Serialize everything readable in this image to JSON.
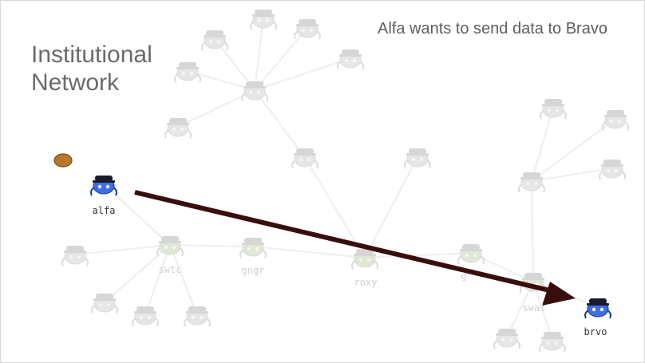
{
  "slide": {
    "title_line1": "Institutional",
    "title_line2": "Network",
    "caption": "Alfa wants to send data to Bravo"
  },
  "labels": {
    "alfa": "alfa",
    "brvo": "brvo",
    "swtc": "swtc",
    "gngr": "gngr",
    "roxy": "roxy",
    "swat": "swat",
    "partial": "g"
  },
  "colors": {
    "active_node": "#3d6fe0",
    "faded_node": "#e6e6e6",
    "faded_tinted": "#dfe8d2",
    "arrow": "#3a0d0d",
    "edge": "#eeeeee",
    "packet": "#b9772e"
  },
  "icons": {
    "node": "octocat-robot-icon",
    "packet": "data-packet-icon",
    "arrow": "arrow-icon"
  }
}
